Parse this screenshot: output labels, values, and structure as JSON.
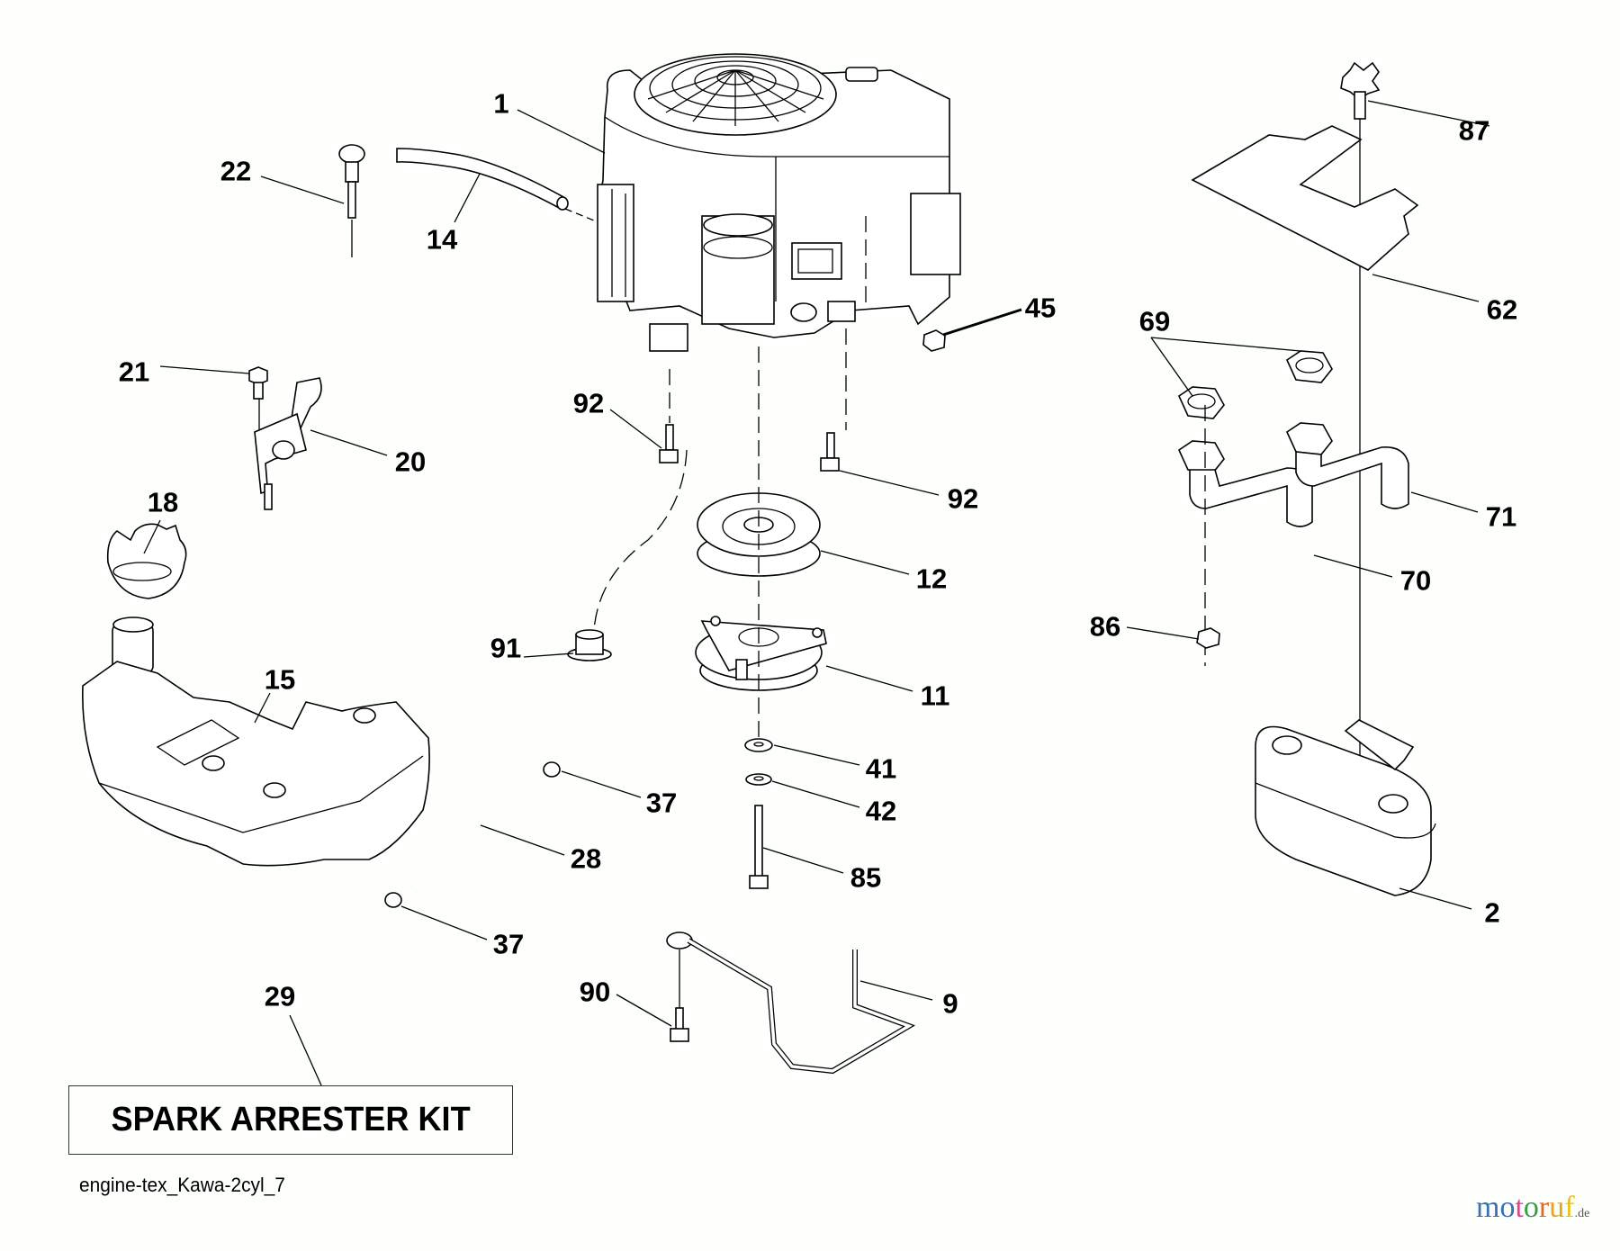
{
  "diagram": {
    "title": "Engine parts diagram",
    "file_label": "engine-tex_Kawa-2cyl_7",
    "kit_box_label": "SPARK ARRESTER KIT",
    "watermark": {
      "letters": [
        {
          "char": "m",
          "color": "#3b6fb6"
        },
        {
          "char": "o",
          "color": "#3b6fb6"
        },
        {
          "char": "t",
          "color": "#d9478f"
        },
        {
          "char": "o",
          "color": "#3a9a4a"
        },
        {
          "char": "r",
          "color": "#e0682a"
        },
        {
          "char": "u",
          "color": "#e8a21c"
        },
        {
          "char": "f",
          "color": "#e8c21c"
        }
      ],
      "suffix": ".de"
    },
    "callouts": [
      {
        "id": "1",
        "part": "engine"
      },
      {
        "id": "22",
        "part": "dipstick"
      },
      {
        "id": "14",
        "part": "breather-hose"
      },
      {
        "id": "45",
        "part": "nut"
      },
      {
        "id": "87",
        "part": "screw"
      },
      {
        "id": "62",
        "part": "heat-shield"
      },
      {
        "id": "69",
        "part": "gasket"
      },
      {
        "id": "21",
        "part": "bolt"
      },
      {
        "id": "92",
        "part": "bolt"
      },
      {
        "id": "20",
        "part": "throttle-control"
      },
      {
        "id": "92",
        "part": "bolt"
      },
      {
        "id": "71",
        "part": "exhaust-pipe"
      },
      {
        "id": "18",
        "part": "fuel-cap"
      },
      {
        "id": "12",
        "part": "pulley"
      },
      {
        "id": "70",
        "part": "exhaust-pipe"
      },
      {
        "id": "86",
        "part": "nut"
      },
      {
        "id": "91",
        "part": "grommet"
      },
      {
        "id": "15",
        "part": "fuel-tank"
      },
      {
        "id": "11",
        "part": "clutch"
      },
      {
        "id": "41",
        "part": "washer"
      },
      {
        "id": "37",
        "part": "hose-clamp"
      },
      {
        "id": "42",
        "part": "washer"
      },
      {
        "id": "28",
        "part": "fuel-line"
      },
      {
        "id": "85",
        "part": "bolt"
      },
      {
        "id": "2",
        "part": "muffler"
      },
      {
        "id": "37",
        "part": "hose-clamp"
      },
      {
        "id": "29",
        "part": "spark-arrester-kit"
      },
      {
        "id": "90",
        "part": "bolt"
      },
      {
        "id": "9",
        "part": "brace"
      }
    ]
  }
}
